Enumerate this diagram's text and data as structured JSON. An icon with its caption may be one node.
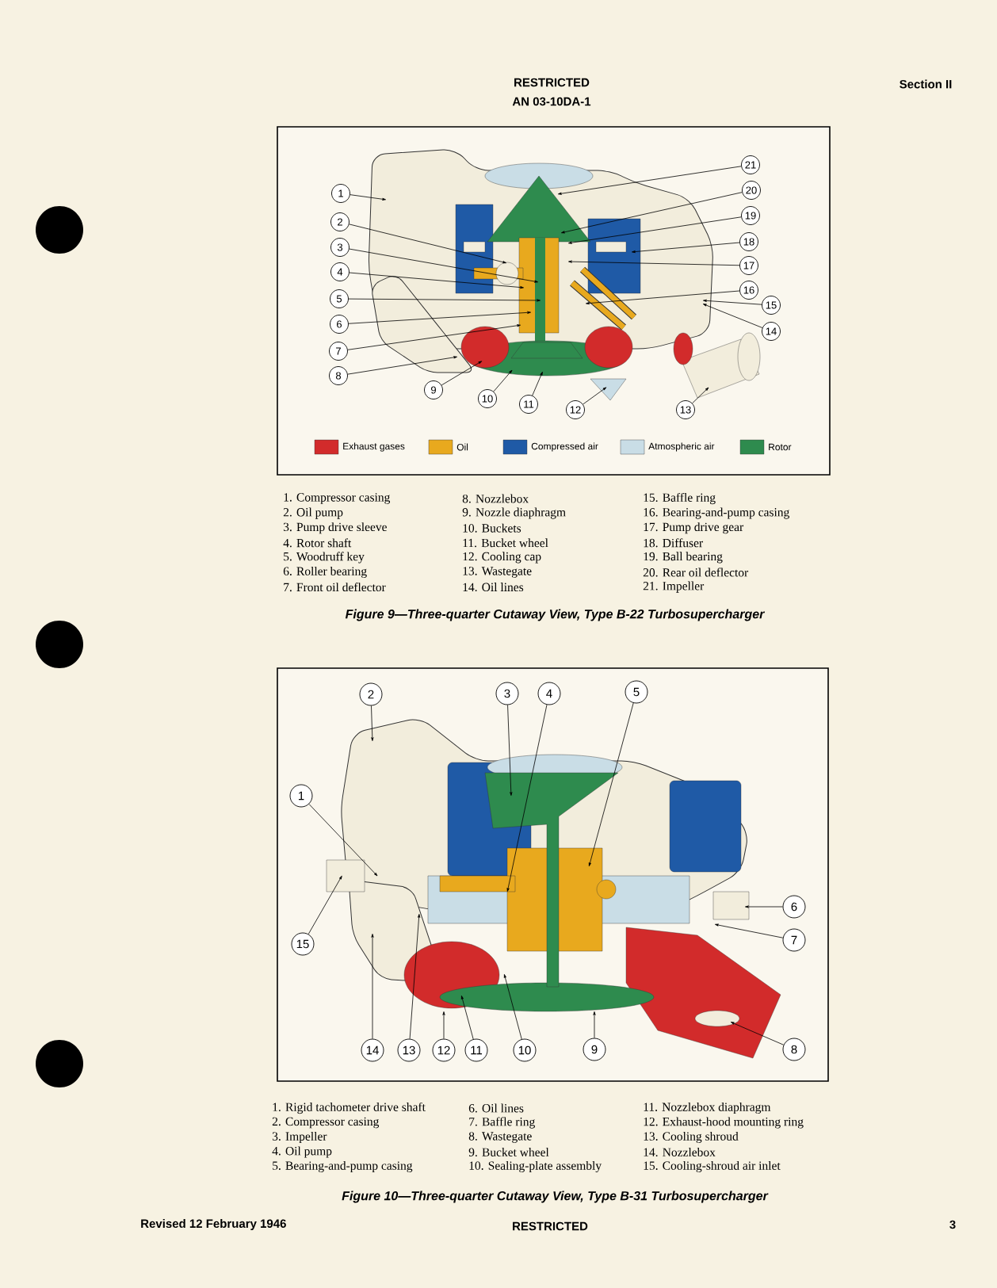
{
  "diagram": {
    "nodes": [
      {
        "text": [
          "1"
        ]
      },
      {
        "text": [
          "2"
        ]
      },
      {
        "text": [
          "3"
        ]
      },
      {
        "text": [
          "4"
        ]
      },
      {
        "text": [
          "5"
        ]
      },
      {
        "text": [
          "6"
        ]
      },
      {
        "text": [
          "7"
        ]
      },
      {
        "text": [
          "8"
        ]
      },
      {
        "text": [
          "9"
        ]
      },
      {
        "text": [
          "10"
        ]
      },
      {
        "text": [
          "11"
        ]
      },
      {
        "text": [
          "12"
        ]
      },
      {
        "text": [
          "13"
        ]
      },
      {
        "text": [
          "14"
        ]
      },
      {
        "text": [
          "15"
        ]
      },
      {
        "text": [
          "16"
        ]
      },
      {
        "text": [
          "17"
        ]
      },
      {
        "text": [
          "18"
        ]
      },
      {
        "text": [
          "19"
        ]
      },
      {
        "text": [
          "20"
        ]
      },
      {
        "text": [
          "21"
        ]
      },
      {
        "text": [
          "1"
        ]
      },
      {
        "text": [
          "2"
        ]
      },
      {
        "text": [
          "3"
        ]
      },
      {
        "text": [
          "4"
        ]
      },
      {
        "text": [
          "5"
        ]
      },
      {
        "text": [
          "6"
        ]
      },
      {
        "text": [
          "7"
        ]
      },
      {
        "text": [
          "8"
        ]
      },
      {
        "text": [
          "9"
        ]
      },
      {
        "text": [
          "10"
        ]
      },
      {
        "text": [
          "11"
        ]
      },
      {
        "text": [
          "12"
        ]
      },
      {
        "text": [
          "13"
        ]
      },
      {
        "text": [
          "14"
        ]
      },
      {
        "text": [
          "15"
        ]
      }
    ],
    "edges": [
      {
        "from": 0,
        "to": null,
        "arrow": "to"
      },
      {
        "from": 1,
        "to": null,
        "arrow": "to"
      },
      {
        "from": 2,
        "to": null,
        "arrow": "to"
      },
      {
        "from": 3,
        "to": null,
        "arrow": "to"
      },
      {
        "from": 4,
        "to": null,
        "arrow": "to"
      },
      {
        "from": 5,
        "to": null,
        "arrow": "to"
      },
      {
        "from": 6,
        "to": null,
        "arrow": "to"
      },
      {
        "from": 7,
        "to": null,
        "arrow": "to"
      },
      {
        "from": 8,
        "to": null,
        "arrow": "to"
      },
      {
        "from": 9,
        "to": null,
        "arrow": "to"
      },
      {
        "from": 10,
        "to": null,
        "arrow": "to"
      },
      {
        "from": 11,
        "to": null,
        "arrow": "to"
      },
      {
        "from": 12,
        "to": null,
        "arrow": "to"
      },
      {
        "from": 13,
        "to": null,
        "arrow": "to"
      },
      {
        "from": 14,
        "to": null,
        "arrow": "to"
      },
      {
        "from": 15,
        "to": null,
        "arrow": "to"
      },
      {
        "from": 16,
        "to": null,
        "arrow": "to"
      },
      {
        "from": 17,
        "to": null,
        "arrow": "to"
      },
      {
        "from": 18,
        "to": null,
        "arrow": "to"
      },
      {
        "from": 19,
        "to": null,
        "arrow": "to"
      },
      {
        "from": 20,
        "to": null,
        "arrow": "to"
      },
      {
        "from": 21,
        "to": null,
        "arrow": "to"
      },
      {
        "from": 22,
        "to": null,
        "arrow": "to"
      },
      {
        "from": 23,
        "to": null,
        "arrow": "to"
      },
      {
        "from": 24,
        "to": null,
        "arrow": "to"
      },
      {
        "from": 25,
        "to": null,
        "arrow": "to"
      },
      {
        "from": 26,
        "to": null,
        "arrow": "to"
      },
      {
        "from": 27,
        "to": null,
        "arrow": "to"
      },
      {
        "from": 28,
        "to": null,
        "arrow": "to"
      },
      {
        "from": 29,
        "to": null,
        "arrow": "to"
      },
      {
        "from": 30,
        "to": null,
        "arrow": "to"
      },
      {
        "from": 31,
        "to": null,
        "arrow": "to"
      },
      {
        "from": 32,
        "to": null,
        "arrow": "to"
      },
      {
        "from": 33,
        "to": null,
        "arrow": "to"
      },
      {
        "from": 34,
        "to": null,
        "arrow": "to"
      },
      {
        "from": 35,
        "to": null,
        "arrow": "to"
      }
    ],
    "labels": [
      "RESTRICTED",
      "AN 03-10DA-1",
      "Section II",
      "1. Compressor casing",
      "2. Oil pump",
      "3. Pump drive sleeve",
      "4. Rotor shaft",
      "5. Woodruff key",
      "6. Roller bearing",
      "7. Front oil deflector",
      "8. Nozzlebox",
      "9. Nozzle diaphragm",
      "10. Buckets",
      "11. Bucket wheel",
      "12. Cooling cap",
      "13. Wastegate",
      "14. Oil lines",
      "15. Baffle ring",
      "16. Bearing-and-pump casing",
      "17. Pump drive gear",
      "18. Diffuser",
      "19. Ball bearing",
      "20. Rear oil deflector",
      "21. Impeller",
      "Figure 9—Three-quarter Cutaway View, Type B-22 Turbosupercharger",
      "1. Rigid tachometer drive shaft",
      "2. Compressor casing",
      "3. Impeller",
      "4. Oil pump",
      "5. Bearing-and-pump casing",
      "6. Oil lines",
      "7. Baffle ring",
      "8. Wastegate",
      "9. Bucket wheel",
      "10. Sealing-plate assembly",
      "11. Nozzlebox diaphragm",
      "12. Exhaust-hood mounting ring",
      "13. Cooling shroud",
      "14. Nozzlebox",
      "15. Cooling-shroud air inlet",
      "Figure 10—Three-quarter Cutaway View, Type B-31 Turbosupercharger",
      "Revised 12 February 1946",
      "RESTRICTED",
      "3"
    ],
    "legend": [
      {
        "text": "Exhaust gases",
        "color": "#d22b2b"
      },
      {
        "text": "Oil",
        "color": "#e8a91e"
      },
      {
        "text": "Compressed air",
        "color": "#1f5aa6"
      },
      {
        "text": "Atmospheric air",
        "color": "#c9dde6"
      },
      {
        "text": "Rotor",
        "color": "#2e8b4e"
      }
    ]
  }
}
